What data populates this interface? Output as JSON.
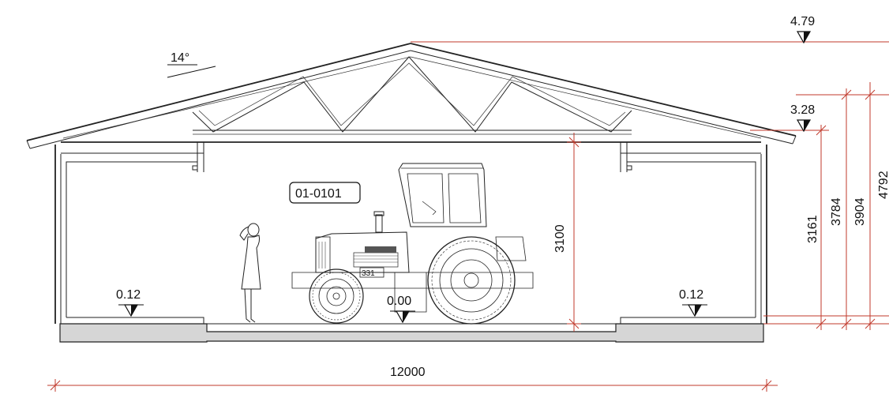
{
  "section": {
    "roof_pitch": "14°",
    "room_tag": "01-0101",
    "tractor_badge": "331"
  },
  "levels": {
    "ridge": "4.79",
    "eaves": "3.28",
    "floor_left": "0.12",
    "floor_center": "0.00",
    "floor_right": "0.12"
  },
  "dimensions": {
    "overall_width": "12000",
    "clear_height": "3100",
    "dim_3161": "3161",
    "dim_3784": "3784",
    "dim_3904": "3904",
    "dim_4792": "4792"
  },
  "colors": {
    "dimension_line": "#c0392b",
    "outline": "#222222",
    "floor_fill": "#d6d6d6"
  }
}
